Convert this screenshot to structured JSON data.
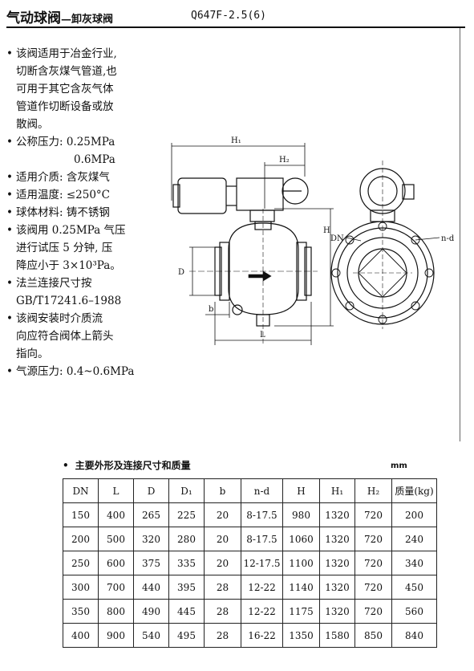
{
  "header": {
    "title_main": "气动球阀",
    "title_sub": "—卸灰球阀",
    "model": "Q647F-2.5(6)"
  },
  "specs": {
    "items": [
      {
        "lines": [
          "该阀适用于冶金行业,",
          "切断含灰煤气管道,也",
          "可用于其它含灰气体",
          "管道作切断设备或放",
          "散阀。"
        ]
      },
      {
        "lines": [
          "公称压力: 0.25MPa",
          "0.6MPa"
        ]
      },
      {
        "lines": [
          "适用介质: 含灰煤气"
        ]
      },
      {
        "lines": [
          "适用温度: ≤250°C"
        ]
      },
      {
        "lines": [
          "球体材料: 铸不锈钢"
        ]
      },
      {
        "lines": [
          "该阀用 0.25MPa 气压",
          "进行试压 5 分钟, 压",
          "降应小于 3×10³Pa。"
        ]
      },
      {
        "lines": [
          "法兰连接尺寸按",
          "GB/T17241.6–1988"
        ]
      },
      {
        "lines": [
          "该阀安装时介质流",
          "向应符合阀体上箭头",
          "指向。"
        ]
      },
      {
        "lines": [
          "气源压力: 0.4~0.6MPa"
        ]
      }
    ]
  },
  "drawing": {
    "labels": {
      "h1": "H₁",
      "h2": "H₂",
      "h": "H",
      "d": "D",
      "b": "b",
      "l": "L",
      "dn": "DN",
      "nd": "n-d"
    }
  },
  "table": {
    "caption": "主要外形及连接尺寸和质量",
    "bullet": "•",
    "unit": "mm",
    "headers": [
      "DN",
      "L",
      "D",
      "D₁",
      "b",
      "n-d",
      "H",
      "H₁",
      "H₂",
      "质量(kg)"
    ],
    "rows": [
      [
        "150",
        "400",
        "265",
        "225",
        "20",
        "8-17.5",
        "980",
        "1320",
        "720",
        "200"
      ],
      [
        "200",
        "500",
        "320",
        "280",
        "20",
        "8-17.5",
        "1060",
        "1320",
        "720",
        "240"
      ],
      [
        "250",
        "600",
        "375",
        "335",
        "20",
        "12-17.5",
        "1100",
        "1320",
        "720",
        "340"
      ],
      [
        "300",
        "700",
        "440",
        "395",
        "28",
        "12-22",
        "1140",
        "1320",
        "720",
        "450"
      ],
      [
        "350",
        "800",
        "490",
        "445",
        "28",
        "12-22",
        "1175",
        "1320",
        "720",
        "560"
      ],
      [
        "400",
        "900",
        "540",
        "495",
        "28",
        "16-22",
        "1350",
        "1580",
        "850",
        "840"
      ]
    ]
  }
}
